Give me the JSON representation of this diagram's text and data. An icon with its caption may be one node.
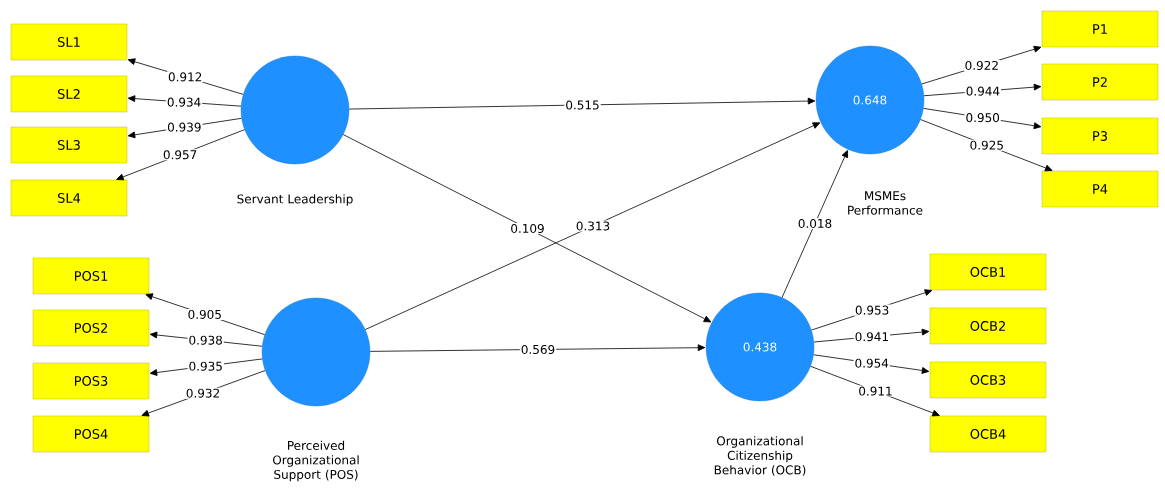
{
  "diagram": {
    "nodes": [
      {
        "text": [
          "SL1"
        ]
      },
      {
        "text": [
          "SL2"
        ]
      },
      {
        "text": [
          "SL3"
        ]
      },
      {
        "text": [
          "SL4"
        ]
      },
      {
        "text": [
          "Servant Leadership"
        ]
      },
      {
        "text": [
          "0.648",
          "MSMEs Performance"
        ]
      },
      {
        "text": [
          "P1"
        ]
      },
      {
        "text": [
          "P2"
        ]
      },
      {
        "text": [
          "P3"
        ]
      },
      {
        "text": [
          "P4"
        ]
      },
      {
        "text": [
          "POS1"
        ]
      },
      {
        "text": [
          "POS2"
        ]
      },
      {
        "text": [
          "POS3"
        ]
      },
      {
        "text": [
          "POS4"
        ]
      },
      {
        "text": [
          "Perceived Organizational Support (POS)"
        ]
      },
      {
        "text": [
          "0.438",
          "Organizational Citizenship Behavior (OCB)"
        ]
      },
      {
        "text": [
          "OCB1"
        ]
      },
      {
        "text": [
          "OCB2"
        ]
      },
      {
        "text": [
          "OCB3"
        ]
      },
      {
        "text": [
          "OCB4"
        ]
      }
    ],
    "edges": [
      {
        "from": 4,
        "to": 0,
        "arrow": "to",
        "label": "0.912"
      },
      {
        "from": 4,
        "to": 1,
        "arrow": "to",
        "label": "0.934"
      },
      {
        "from": 4,
        "to": 2,
        "arrow": "to",
        "label": "0.939"
      },
      {
        "from": 4,
        "to": 3,
        "arrow": "to",
        "label": "0.957"
      },
      {
        "from": 5,
        "to": 6,
        "arrow": "to",
        "label": "0.922"
      },
      {
        "from": 5,
        "to": 7,
        "arrow": "to",
        "label": "0.944"
      },
      {
        "from": 5,
        "to": 8,
        "arrow": "to",
        "label": "0.950"
      },
      {
        "from": 5,
        "to": 9,
        "arrow": "to",
        "label": "0.925"
      },
      {
        "from": 14,
        "to": 10,
        "arrow": "to",
        "label": "0.905"
      },
      {
        "from": 14,
        "to": 11,
        "arrow": "to",
        "label": "0.938"
      },
      {
        "from": 14,
        "to": 12,
        "arrow": "to",
        "label": "0.935"
      },
      {
        "from": 14,
        "to": 13,
        "arrow": "to",
        "label": "0.932"
      },
      {
        "from": 15,
        "to": 16,
        "arrow": "to",
        "label": "0.953"
      },
      {
        "from": 15,
        "to": 17,
        "arrow": "to",
        "label": "0.941"
      },
      {
        "from": 15,
        "to": 18,
        "arrow": "to",
        "label": "0.954"
      },
      {
        "from": 15,
        "to": 19,
        "arrow": "to",
        "label": "0.911"
      },
      {
        "from": 4,
        "to": 5,
        "arrow": "to",
        "label": "0.515"
      },
      {
        "from": 4,
        "to": 15,
        "arrow": "to",
        "label": "0.109"
      },
      {
        "from": 14,
        "to": 5,
        "arrow": "to",
        "label": "0.313"
      },
      {
        "from": 14,
        "to": 15,
        "arrow": "to",
        "label": "0.569"
      },
      {
        "from": 15,
        "to": 5,
        "arrow": "to",
        "label": "0.018"
      }
    ]
  }
}
